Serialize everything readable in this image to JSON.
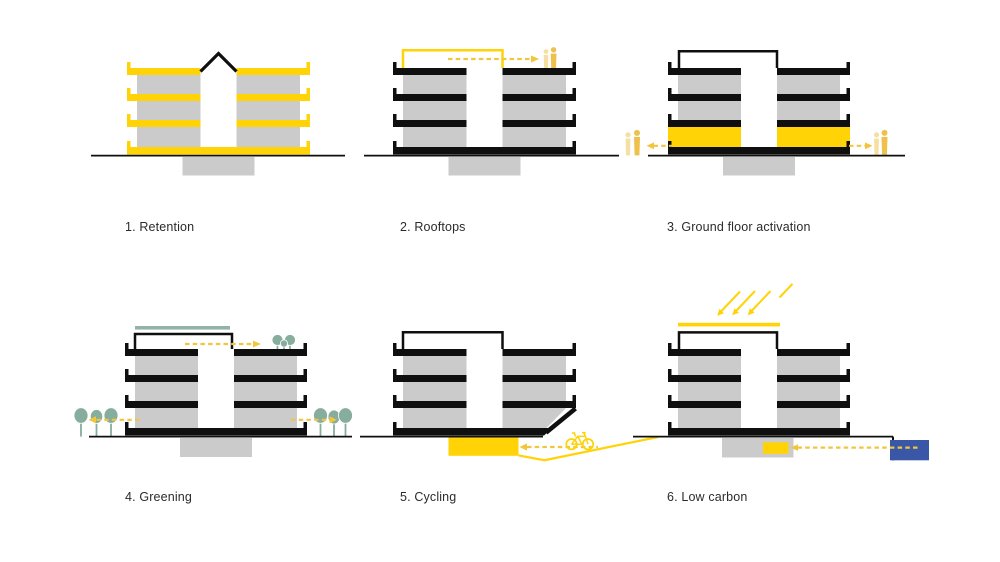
{
  "panels": [
    {
      "label": "1. Retention",
      "icon": "pitched-roof-icon"
    },
    {
      "label": "2. Rooftops",
      "icon": "rooftop-people-icon"
    },
    {
      "label": "3. Ground floor activation",
      "icon": "street-people-icon"
    },
    {
      "label": "4. Greening",
      "icon": "tree-icon"
    },
    {
      "label": "5. Cycling",
      "icon": "bicycle-icon"
    },
    {
      "label": "6. Low carbon",
      "icon": "sun-rays-icon"
    }
  ],
  "colors": {
    "yellow": "#FFD306",
    "arrow-yellow": "#F1C63F",
    "person-light": "#F5DFA3",
    "person-dark": "#EDC14B",
    "green": "#87AD9D",
    "green-bar": "#92B4A7",
    "gray": "#CBCBCB",
    "black": "#0F0F0F",
    "blue": "#3A57A7",
    "text": "#2B2B2B",
    "background": "#FFFFFF"
  }
}
